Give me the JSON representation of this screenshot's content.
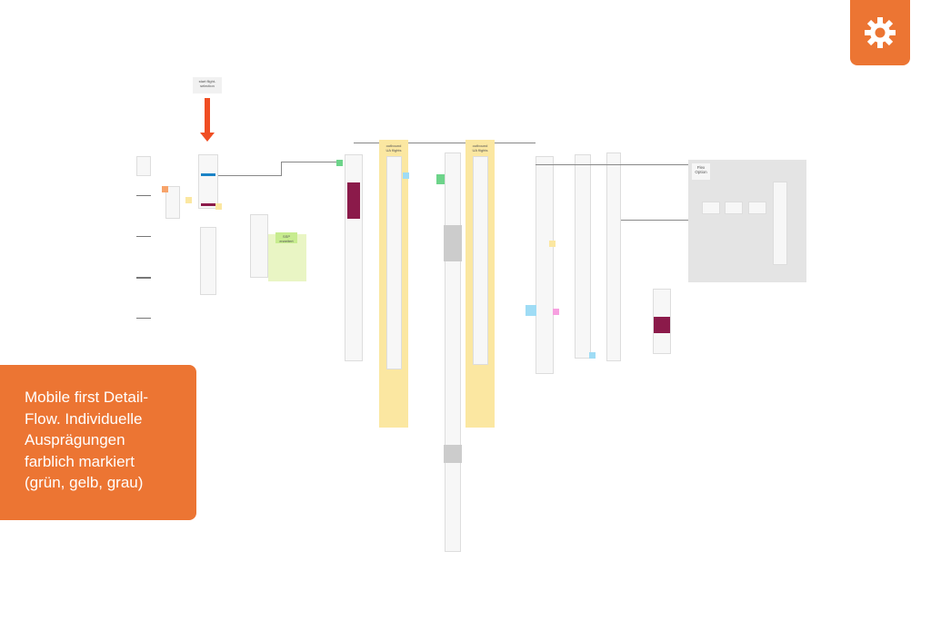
{
  "settings_button": {
    "icon": "gear-icon",
    "color": "#ec7533"
  },
  "caption": "Mobile first Detail-Flow. Individuelle Ausprägungen farblich markiert (grün, gelb, grau)",
  "diagram": {
    "start_label": "start flight-selection",
    "green_area_label": "SSP erweitert",
    "yellow_lane_1": "outbound UA flights",
    "yellow_lane_2": "outbound UA flights",
    "grey_area_label": "Flex Option"
  },
  "colors": {
    "accent": "#ec7533",
    "arrow": "#f04e23",
    "yellow": "#fbe7a1",
    "green": "#e9f5c4",
    "grey": "#e4e4e4",
    "magenta": "#8b1a4a"
  }
}
